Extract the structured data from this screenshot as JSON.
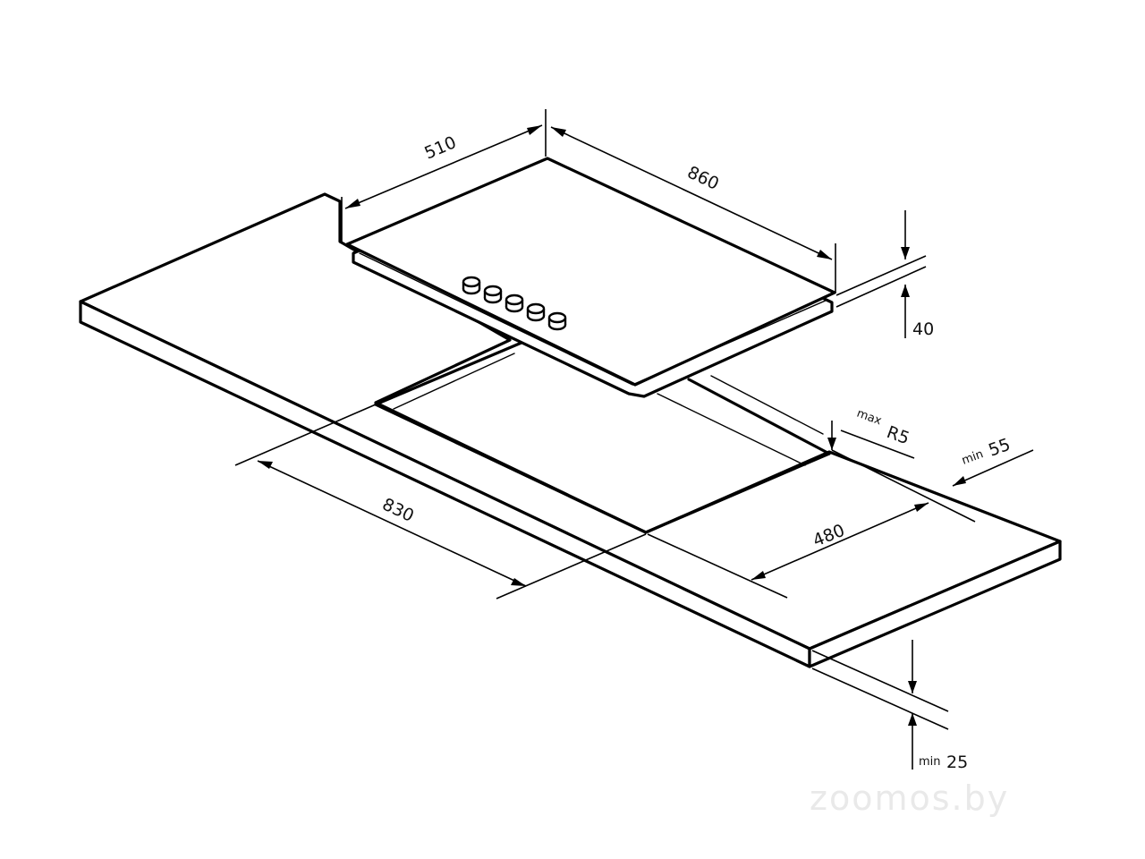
{
  "dimensions": {
    "hob_depth": "510",
    "hob_width": "860",
    "hob_height": "40",
    "max_radius_prefix": "max",
    "max_radius": "R5",
    "min_edge_prefix": "min",
    "min_edge": "55",
    "cutout_depth": "480",
    "cutout_width": "830",
    "min_worktop_prefix": "min",
    "min_worktop": "25"
  },
  "knobs": [
    1,
    2,
    3,
    4,
    5
  ],
  "watermark": "zoomos.by",
  "colors": {
    "line": "#000000",
    "background": "#ffffff",
    "watermark": "#e9e9e9"
  }
}
